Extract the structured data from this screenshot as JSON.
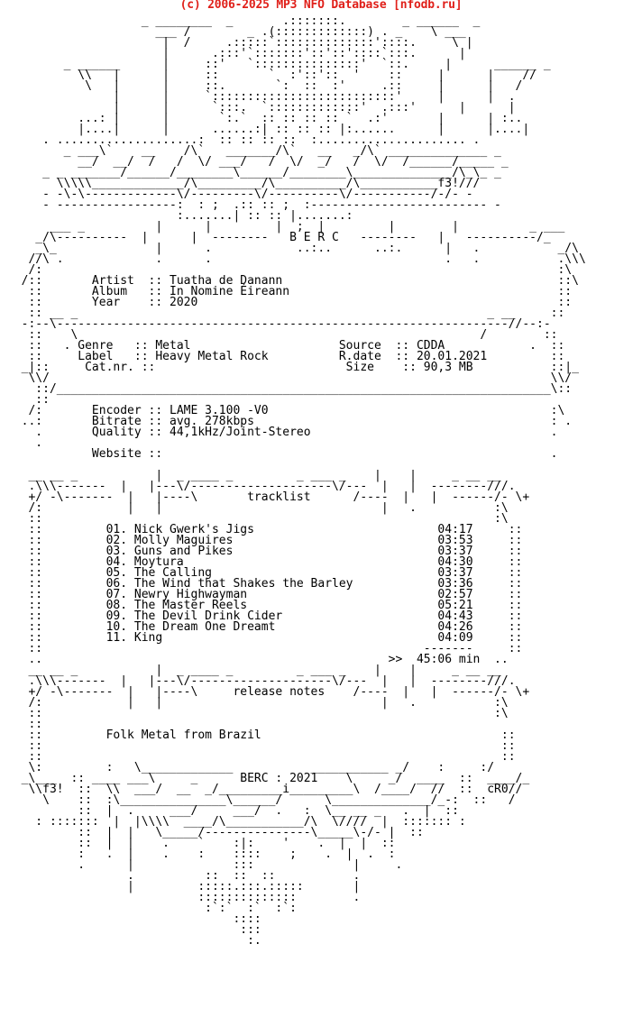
{
  "header": {
    "text": "(c) 2006-2025 MP3 NFO Database [nfodb.ru]",
    "color": "#e0201a"
  },
  "nfo": {
    "text_color": "#000000",
    "lines": [
      "                   _ ________  _       .:::::::.        _ ______  _",
      "                     ___ /        _ .(:::::::::::::) . _    \\ ___",
      "                      |  /     .:::::`::::::::::::::'::::.     \\ |",
      "                      |      .:::'`:::::::'::'::'::::`:::.      |",
      "        _ ______      |     ::'   `:::::::::::::::'  `::.     |      ______ _",
      "          \\\\   |      |     ::       `  :'::'::  '    ::     |      |    //",
      "           \\   |      |     ::.       `:  ::  :'     .::     |      |   /",
      "               |      |     `::::::::::::::::::::::::::'     |      |  .",
      "               |      |      `:::.  `:::::::::::::'  .:::'      |      |",
      "          ...: |      |       `:.`  :: :: :: :: `  .:'       |      | :..",
      "          |....|      |      ......:| :: :: :: |:......      |      |....|",
      "     . ....................:  :: :: :: ::  :..................... .",
      "        _ ___\\`    __    /\\`   _______/\\`   __   _/\\` ______________ _",
      "          __/  __/  /   /  \\/ ___/   /  \\/  _/   /  \\/  /______/_____ _",
      "     _ _ _______/______/________\\______/________\\______________/\\_\\_ _",
      "       \\\\\\\\\\_____________/\\_________/\\__________/\\___________f3!///",
      "     - -\\-\\-------------\\/---------\\/----------\\/-----------/-/- -",
      "     - -----------------:  : ;  .:: :: ;  :------------------------- -",
      "                        :.......| :: :: |.......:",
      "      ___ _          |      |         |  ;  |         |        |          _ ___",
      "    _/\\----------  |      |  --------   B E R C   --------   |   ----------/_",
      "    _\\_              |      .            ..:..      ..:.      |   .           _/\\",
      "   //\\ .             .      .                                 .   .           .\\\\\\",
      "   /:                                                                         :\\",
      "  /::       Artist  :: Tuatha de Danann                                       ::\\",
      "   ::       Album   :: In Nomine Éireann                                      ::",
      "   ::       Year    :: 2020                                                   ::",
      "   :: __ _                                                          _ __     ::",
      "  -:--\\----------------------------------------------------------------//--:-",
      "   ::    \\                                                         /        ::",
      "   ::   . Genre   :: Metal                     Source  :: CDDA            .  ::",
      "   ::     Label   :: Heavy Metal Rock          R.date  :: 20.01.2021         ::",
      "  _|::     Cat.nr. ::                           Size    :: 90,3 MB           ::|_",
      "   \\\\/                                                                       \\\\/",
      "    ::/______________________________________________________________________\\::",
      "    ::",
      "   /:       Encoder :: LAME 3.100 -V0                                        :\\",
      "  ..:       Bitrate :: avg. 278kbps                                          : .",
      "    .       Quality :: 44,1kHz/Joint-Stereo                                  .",
      "    .",
      "            Website ::                                                       .",
      "",
      "   __ __ _           |  _ ____ _         _ ___ _    |    |     _ __ __",
      "   .\\\\\\-------  |   |---\\/--------------------\\/---  |   |  --------///.",
      "   +/ -\\-------  |   |----\\       tracklist      /----  |   |  ------/- \\+",
      "   /:            |   |                               |   .           :\\",
      "   ::                                                                :\\",
      "   ::         01. Nick Gwerk's Jigs                          04:17     ::",
      "   ::         02. Molly Maguires                             03:53     ::",
      "   ::         03. Guns and Pikes                             03:37     ::",
      "   ::         04. Moytura                                    04:30     ::",
      "   ::         05. The Calling                                03:37     ::",
      "   ::         06. The Wind that Shakes the Barley            03:36     ::",
      "   ::         07. Newry Highwayman                           02:57     ::",
      "   ::         08. The Master Reels                           05:21     ::",
      "   ::         09. The Devil Drink Cider                      04:43     ::",
      "   ::         10. The Dream One Dreamt                       04:26     ::",
      "   ::         11. King                                       04:09     ::",
      "   ::                                                      -------     ::",
      "   ..                                                 >>  45:06 min  ..",
      "   __ __ _           |  _ ____ _         _ ___ _    |    |     _ __ __",
      "   .\\\\\\-------  |   |---\\/--------------------\\/---  |   |  --------///.",
      "   +/ -\\-------  |   |----\\     release notes    /----  |   |  ------/- \\+",
      "   /:            |   |                               |   .           :\\",
      "   ::                                                                :\\",
      "   ::",
      "   ::         Folk Metal from Brazil                                  ::",
      "   ::                                                                 ::",
      "   ::                                                                 ::",
      "   \\:         :   \\_____________           ___________ _/    :     :/",
      "  _\\___  :: ____ ___\\     _      BERC : 2021    \\     _/  ____  ::  ____/_",
      "   \\\\f3!  ::  \\\\  ___/  __  _/_________i_________\\  /____/  //  ::  cR0//",
      "     \\    ::  :\\_______________\\______/      \\______________/_-:  ::   /",
      "          ::  |  .     ___/     ___/  .   :  \\__ __ _   .  |  ::",
      "    : :::::::  |  |\\\\\\\\  ____/\\___________/\\  \\////  |  ::::::: :",
      "          ::  |  |   \\_____/---------------\\_____\\-/- |  ::",
      "          ::  |  |    .    `    :|:    '    .  |  |  ::",
      "          :   .  |    .    :    ::::    ;    .  |  .  :",
      "          .      |              :::              |     .",
      "                 .          ::  ::  ::           .",
      "                 |         :::::.:::.:::::       |",
      "                           ::::::::::::::        .",
      "                            :`:`  :`  :`:",
      "                                ::::",
      "                                 :::",
      "                                  :."
    ]
  }
}
